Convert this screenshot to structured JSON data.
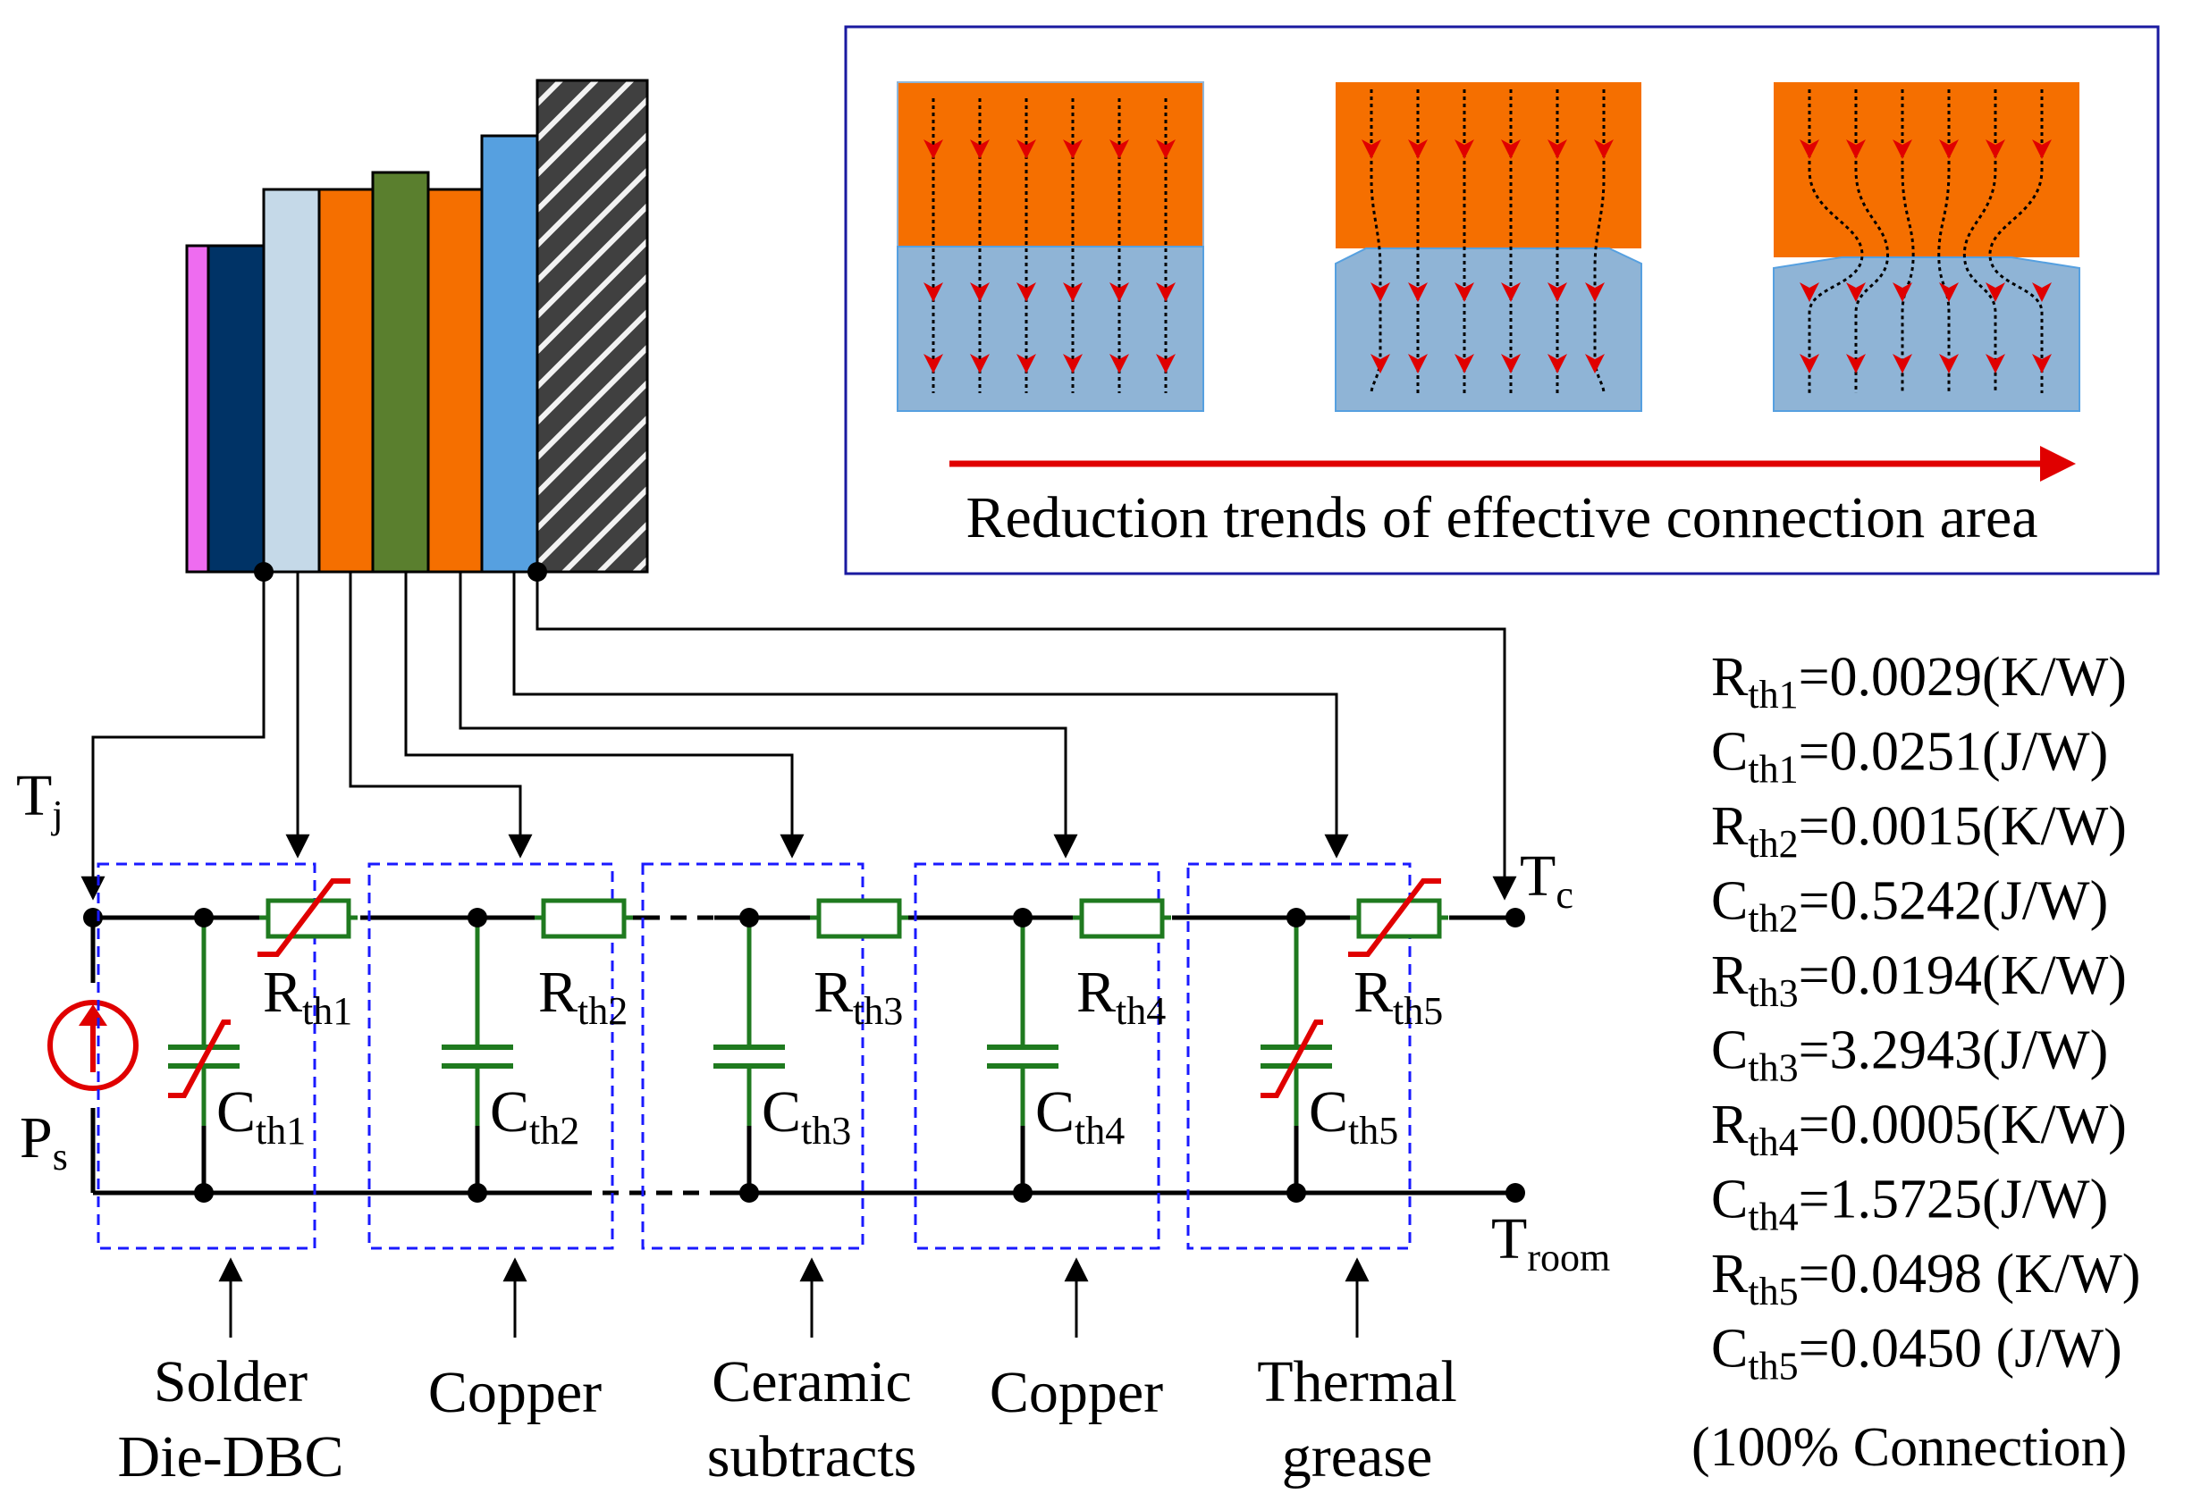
{
  "inset": {
    "caption": "Reduction trends of effective connection area"
  },
  "nodes": {
    "tj": {
      "main": "T",
      "sub": "j"
    },
    "ps": {
      "main": "P",
      "sub": "s"
    },
    "tc": {
      "main": "T",
      "sub": "c"
    },
    "troom": {
      "main": "T",
      "sub": "room"
    }
  },
  "stages": [
    {
      "r_main": "R",
      "r_sub": "th1",
      "c_main": "C",
      "c_sub": "th1",
      "label_line1": "Solder",
      "label_line2": "Die-DBC",
      "nonlinear_r": true,
      "nonlinear_c": true
    },
    {
      "r_main": "R",
      "r_sub": "th2",
      "c_main": "C",
      "c_sub": "th2",
      "label_line1": "Copper",
      "label_line2": "",
      "nonlinear_r": false,
      "nonlinear_c": false
    },
    {
      "r_main": "R",
      "r_sub": "th3",
      "c_main": "C",
      "c_sub": "th3",
      "label_line1": "Ceramic",
      "label_line2": "subtracts",
      "nonlinear_r": false,
      "nonlinear_c": false
    },
    {
      "r_main": "R",
      "r_sub": "th4",
      "c_main": "C",
      "c_sub": "th4",
      "label_line1": "Copper",
      "label_line2": "",
      "nonlinear_r": false,
      "nonlinear_c": false
    },
    {
      "r_main": "R",
      "r_sub": "th5",
      "c_main": "C",
      "c_sub": "th5",
      "label_line1": "Thermal",
      "label_line2": "grease",
      "nonlinear_r": true,
      "nonlinear_c": true
    }
  ],
  "parameters": [
    {
      "main": "R",
      "sub": "th1",
      "value": "=0.0029(K/W)"
    },
    {
      "main": "C",
      "sub": "th1",
      "value": "=0.0251(J/W)"
    },
    {
      "main": "R",
      "sub": "th2",
      "value": "=0.0015(K/W)"
    },
    {
      "main": "C",
      "sub": "th2",
      "value": "=0.5242(J/W)"
    },
    {
      "main": "R",
      "sub": "th3",
      "value": "=0.0194(K/W)"
    },
    {
      "main": "C",
      "sub": "th3",
      "value": "=3.2943(J/W)"
    },
    {
      "main": "R",
      "sub": "th4",
      "value": "=0.0005(K/W)"
    },
    {
      "main": "C",
      "sub": "th4",
      "value": "=1.5725(J/W)"
    },
    {
      "main": "R",
      "sub": "th5",
      "value": "=0.0498 (K/W)"
    },
    {
      "main": "C",
      "sub": "th5",
      "value": "=0.0450 (J/W)"
    }
  ],
  "connection_note": "(100% Connection)",
  "colors": {
    "layer_pink": "#ee6cf0",
    "layer_navy": "#003366",
    "layer_lightblue": "#c5d9e8",
    "layer_orange": "#f56f00",
    "layer_green": "#5a7f2e",
    "layer_blue": "#56a0e0",
    "layer_hatch": "#404040",
    "wire": "#000000",
    "component": "#1f7a1f",
    "nonlinear": "#e00000",
    "dashed_box": "#1a1aff",
    "inset_border": "#1a1aa0",
    "inset_top": "#f56f00",
    "inset_bottom": "#8fb4d6",
    "flow_arrow": "#e00000"
  }
}
